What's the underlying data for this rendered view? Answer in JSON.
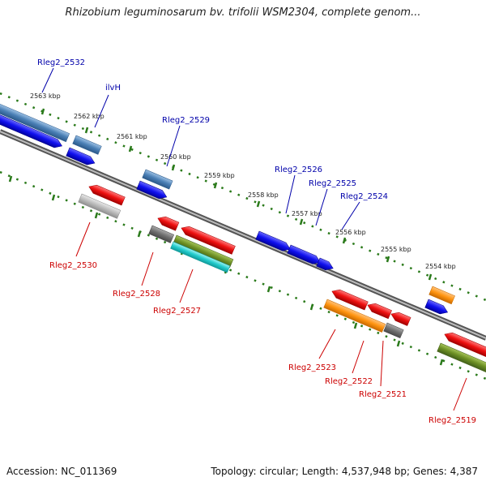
{
  "title": "Rhizobium leguminosarum bv. trifolii WSM2304, complete genom...",
  "footer": {
    "accession": "Accession: NC_011369",
    "summary": "Topology: circular; Length: 4,537,948 bp; Genes: 4,387"
  },
  "colors": {
    "backbone": "#777777",
    "axis_dots": "#2a7a1a",
    "forward_label": "#0000aa",
    "reverse_label": "#cc0000",
    "blue": "#1010ee",
    "steelblue": "#4a7fb5",
    "red": "#ee1010",
    "gray": "#707070",
    "lightgray": "#bbbbbb",
    "olive": "#6b8e23",
    "cyan": "#22cccc",
    "orange": "#ff9410"
  },
  "ticks": [
    {
      "label": "2563 kbp"
    },
    {
      "label": "2562 kbp"
    },
    {
      "label": "2561 kbp"
    },
    {
      "label": "2560 kbp"
    },
    {
      "label": "2559 kbp"
    },
    {
      "label": "2558 kbp"
    },
    {
      "label": "2557 kbp"
    },
    {
      "label": "2556 kbp"
    },
    {
      "label": "2555 kbp"
    },
    {
      "label": "2554 kbp"
    }
  ],
  "genes_forward": [
    {
      "label": "Rleg2_2532"
    },
    {
      "label": "ilvH"
    },
    {
      "label": "Rleg2_2529"
    },
    {
      "label": "Rleg2_2526"
    },
    {
      "label": "Rleg2_2525"
    },
    {
      "label": "Rleg2_2524"
    }
  ],
  "genes_reverse": [
    {
      "label": "Rleg2_2530"
    },
    {
      "label": "Rleg2_2528"
    },
    {
      "label": "Rleg2_2527"
    },
    {
      "label": "Rleg2_2523"
    },
    {
      "label": "Rleg2_2522"
    },
    {
      "label": "Rleg2_2521"
    },
    {
      "label": "Rleg2_2519"
    }
  ]
}
